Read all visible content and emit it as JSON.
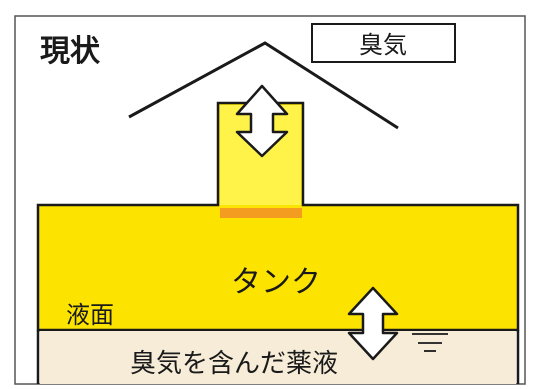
{
  "title": "現状",
  "odor_box_label": "臭気",
  "tank_label": "タンク",
  "liquid_surface_label": "液面",
  "liquid_label": "臭気を含んだ薬液",
  "colors": {
    "tank_fill": "#fde400",
    "shaft_fill": "#fff34a",
    "liquid_fill": "#f6ecd8",
    "orange_band": "#f39c1f",
    "outline": "#1a1a1a"
  }
}
